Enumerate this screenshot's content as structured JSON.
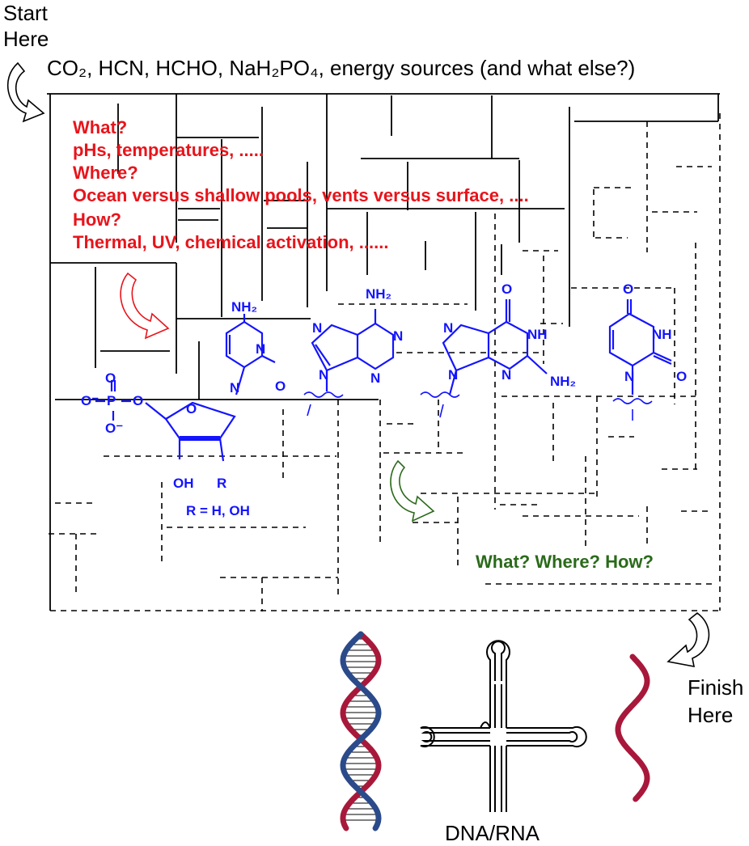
{
  "labels": {
    "start_line1": "Start",
    "start_line2": "Here",
    "finish_line1": "Finish",
    "finish_line2": "Here",
    "ingredients": "CO₂, HCN, HCHO, NaH₂PO₄, energy sources (and what else?)",
    "questions": [
      "What?",
      "pHs, temperatures, .....",
      "Where?",
      "Ocean versus shallow pools, vents versus surface, ....",
      "How?",
      "Thermal, UV, chemical activation, ......"
    ],
    "green_question": "What? Where? How?",
    "r_definition": "R = H, OH",
    "dna_rna": "DNA/RNA"
  },
  "molecule_labels": {
    "nh2": "NH₂",
    "n": "N",
    "o": "O",
    "nh": "NH",
    "oh": "OH",
    "r": "R",
    "p": "P",
    "o_minus": "O⁻"
  },
  "colors": {
    "maze": "#000000",
    "questions": "#e8141b",
    "molecules": "#1414ff",
    "green_question": "#2a6a1a",
    "helix_red": "#a8183a",
    "helix_blue": "#2a4a8a"
  },
  "icons": [
    "curved-arrow-icon",
    "dna-double-helix-icon",
    "trna-cloverleaf-icon",
    "rna-single-strand-icon"
  ]
}
